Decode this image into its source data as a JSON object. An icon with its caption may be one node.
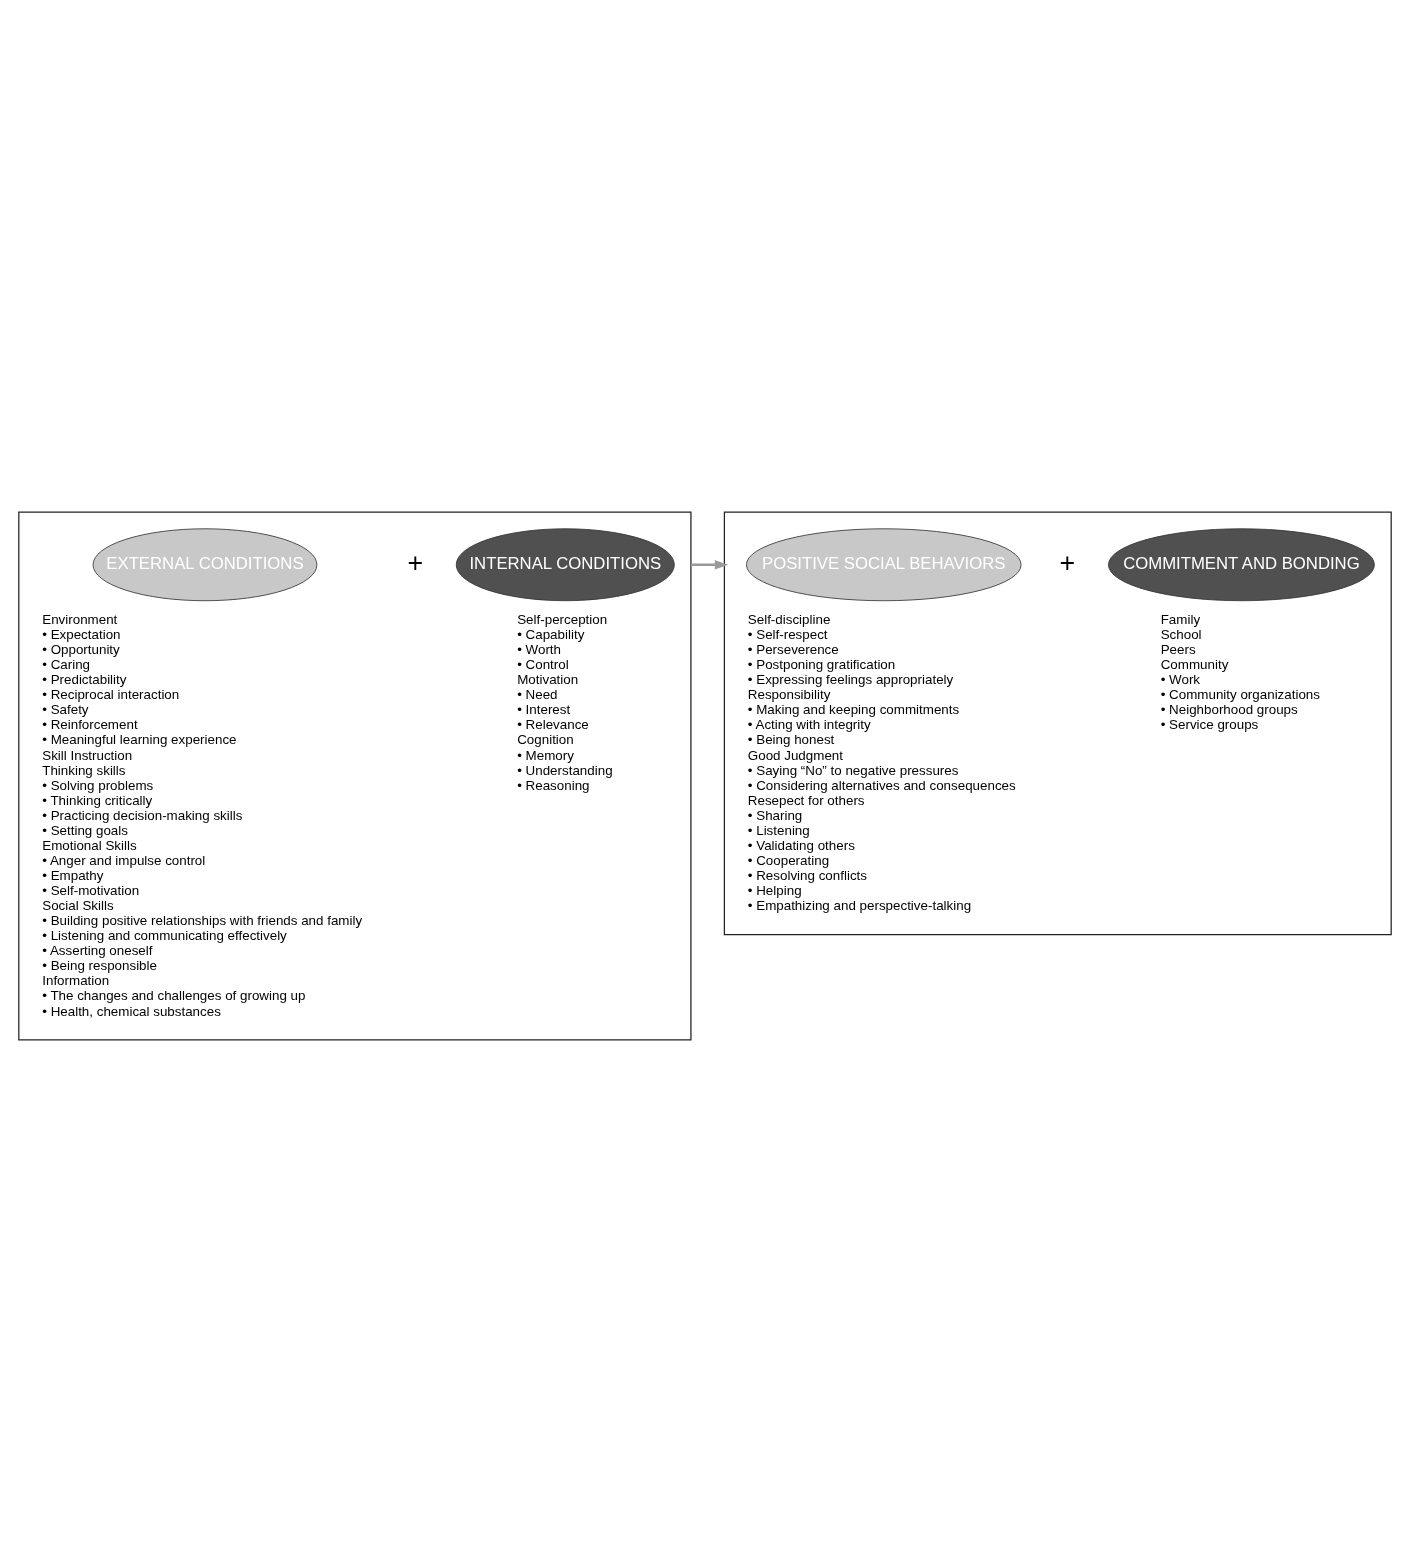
{
  "diagram": {
    "nodes": [
      {
        "text": [],
        "shape": "box"
      },
      {
        "text": [
          "EXTERNAL CONDITIONS"
        ],
        "in": 0,
        "beside": [
          "Environment",
          "• Expectation",
          "• Opportunity",
          "• Caring",
          "• Predictability",
          "• Reciprocal interaction",
          "• Safety",
          "• Reinforcement",
          "• Meaningful learning experience",
          "Skill Instruction",
          "Thinking skills",
          "• Solving problems",
          "• Thinking critically",
          "• Practicing decision-making skills",
          "• Setting goals",
          "Emotional Skills",
          "• Anger and impulse control",
          "• Empathy",
          "• Self-motivation",
          "Social Skills",
          "• Building positive relationships with friends and family",
          "• Listening and communicating effectively",
          "• Asserting oneself",
          "• Being responsible",
          "Information",
          "• The changes and challenges of growing up",
          "• Health, chemical substances"
        ]
      },
      {
        "text": [
          "INTERNAL CONDITIONS"
        ],
        "in": 0,
        "beside": [
          "Self-perception",
          "• Capability",
          "• Worth",
          "• Control",
          "Motivation",
          "• Need",
          "• Interest",
          "• Relevance",
          "Cognition",
          "• Memory",
          "• Understanding",
          "• Reasoning"
        ]
      },
      {
        "text": [],
        "shape": "box"
      },
      {
        "text": [
          "POSITIVE SOCIAL BEHAVIORS"
        ],
        "in": 3,
        "beside": [
          "Self-discipline",
          "• Self-respect",
          "• Perseverence",
          "• Postponing gratification",
          "• Expressing feelings appropriately",
          "Responsibility",
          "• Making and keeping commitments",
          "• Acting with integrity",
          "• Being honest",
          "Good Judgment",
          "• Saying “No” to negative pressures",
          "• Considering alternatives and consequences",
          "Resepect for others",
          "• Sharing",
          "• Listening",
          "• Validating others",
          "• Cooperating",
          "• Resolving conflicts",
          "• Helping",
          "• Empathizing and perspective-talking"
        ]
      },
      {
        "text": [
          "COMMITMENT AND BONDING"
        ],
        "in": 3,
        "beside": [
          "Family",
          "School",
          "Peers",
          "Community",
          "• Work",
          "• Community organizations",
          "• Neighborhood groups",
          "• Service groups"
        ]
      }
    ],
    "edges": [
      {
        "from": 0,
        "to": 3,
        "arrow": "to"
      }
    ],
    "labels": [
      "+",
      "+"
    ]
  }
}
